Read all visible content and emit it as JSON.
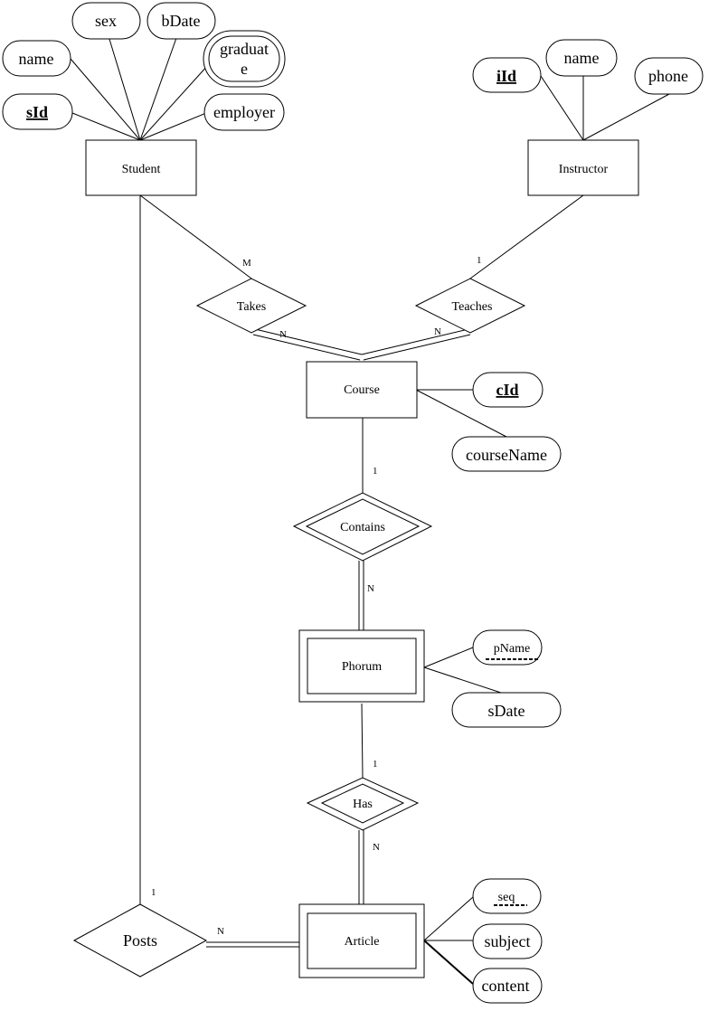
{
  "entities": {
    "student": "Student",
    "instructor": "Instructor",
    "course": "Course",
    "phorum": "Phorum",
    "article": "Article"
  },
  "relationships": {
    "takes": "Takes",
    "teaches": "Teaches",
    "contains": "Contains",
    "has": "Has",
    "posts": "Posts"
  },
  "attributes": {
    "student": {
      "name": "name",
      "sex": "sex",
      "bdate": "bDate",
      "graduate_1": "graduat",
      "graduate_2": "e",
      "sid": "sId",
      "employer": "employer"
    },
    "instructor": {
      "iid": "iId",
      "name": "name",
      "phone": "phone"
    },
    "course": {
      "cid": "cId",
      "coursename": "courseName"
    },
    "phorum": {
      "pname": "pName",
      "sdate": "sDate"
    },
    "article": {
      "seq": "seq",
      "subject": "subject",
      "content": "content"
    }
  },
  "cardinalities": {
    "student_takes": "M",
    "takes_course": "N",
    "teaches_course": "N",
    "instructor_teaches": "1",
    "course_contains": "1",
    "contains_phorum": "N",
    "phorum_has": "1",
    "has_article": "N",
    "student_posts": "1",
    "posts_article": "N"
  }
}
